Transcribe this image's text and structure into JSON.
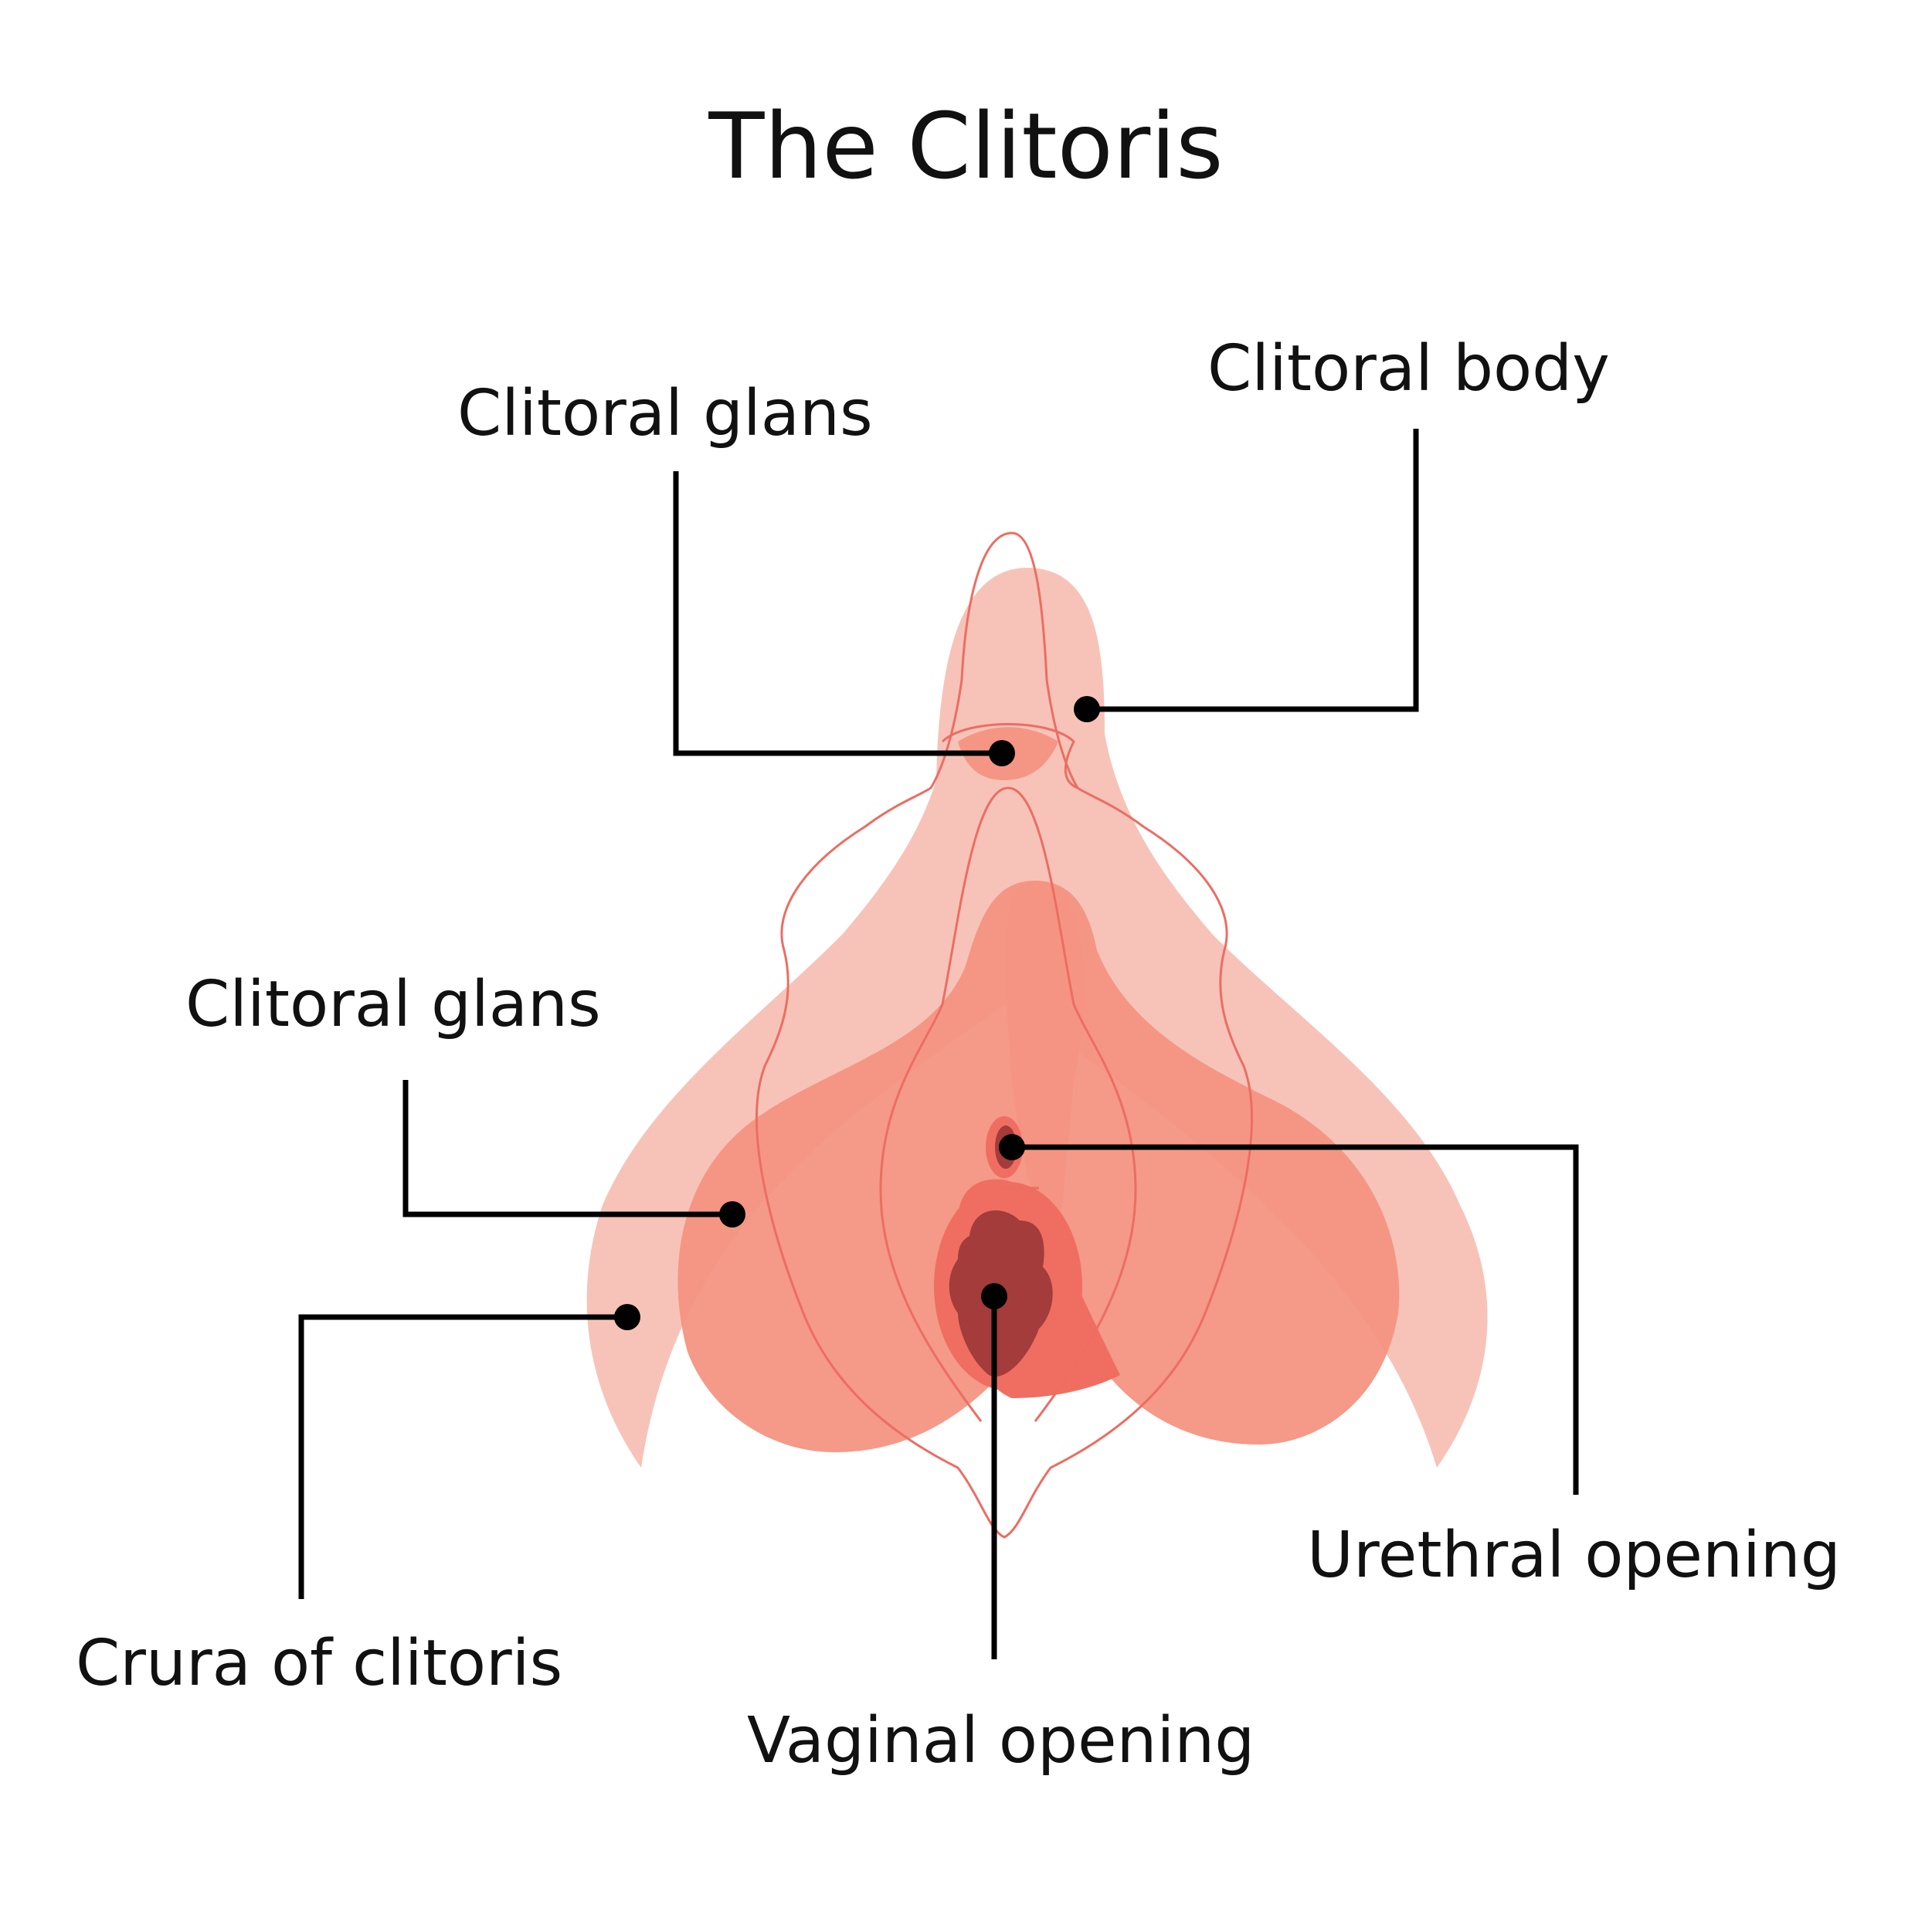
{
  "title": "The Clitoris",
  "labels": {
    "glans_top": "Clitoral glans",
    "body": "Clitoral body",
    "glans_left": "Clitoral glans",
    "crura": "Crura of clitoris",
    "urethral": "Urethral opening",
    "vaginal": "Vaginal opening"
  },
  "colors": {
    "light_pink": "#f7c3b8",
    "salmon": "#f49382",
    "coral": "#ef6e61",
    "dark_red": "#a33c3a",
    "outline": "#ec6d62",
    "leader": "#000000"
  }
}
